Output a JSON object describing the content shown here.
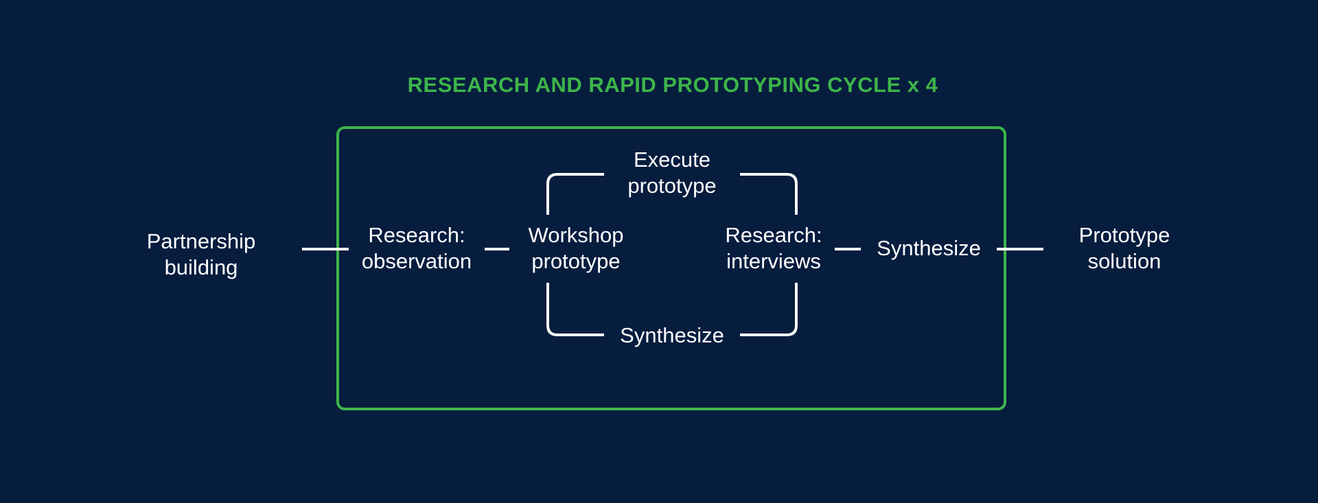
{
  "diagram": {
    "title": "RESEARCH AND RAPID PROTOTYPING CYCLE x 4",
    "colors": {
      "background": "#071d3e",
      "accent": "#3db54a",
      "text": "#ffffff",
      "connector": "#ffffff"
    },
    "nodes": {
      "partnership": {
        "line1": "Partnership",
        "line2": "building"
      },
      "observation": {
        "line1": "Research:",
        "line2": "observation"
      },
      "workshop": {
        "line1": "Workshop",
        "line2": "prototype"
      },
      "execute": {
        "line1": "Execute",
        "line2": "prototype"
      },
      "interviews": {
        "line1": "Research:",
        "line2": "interviews"
      },
      "synthesize_loop": {
        "line1": "Synthesize"
      },
      "synthesize": {
        "line1": "Synthesize"
      },
      "solution": {
        "line1": "Prototype",
        "line2": "solution"
      }
    }
  }
}
